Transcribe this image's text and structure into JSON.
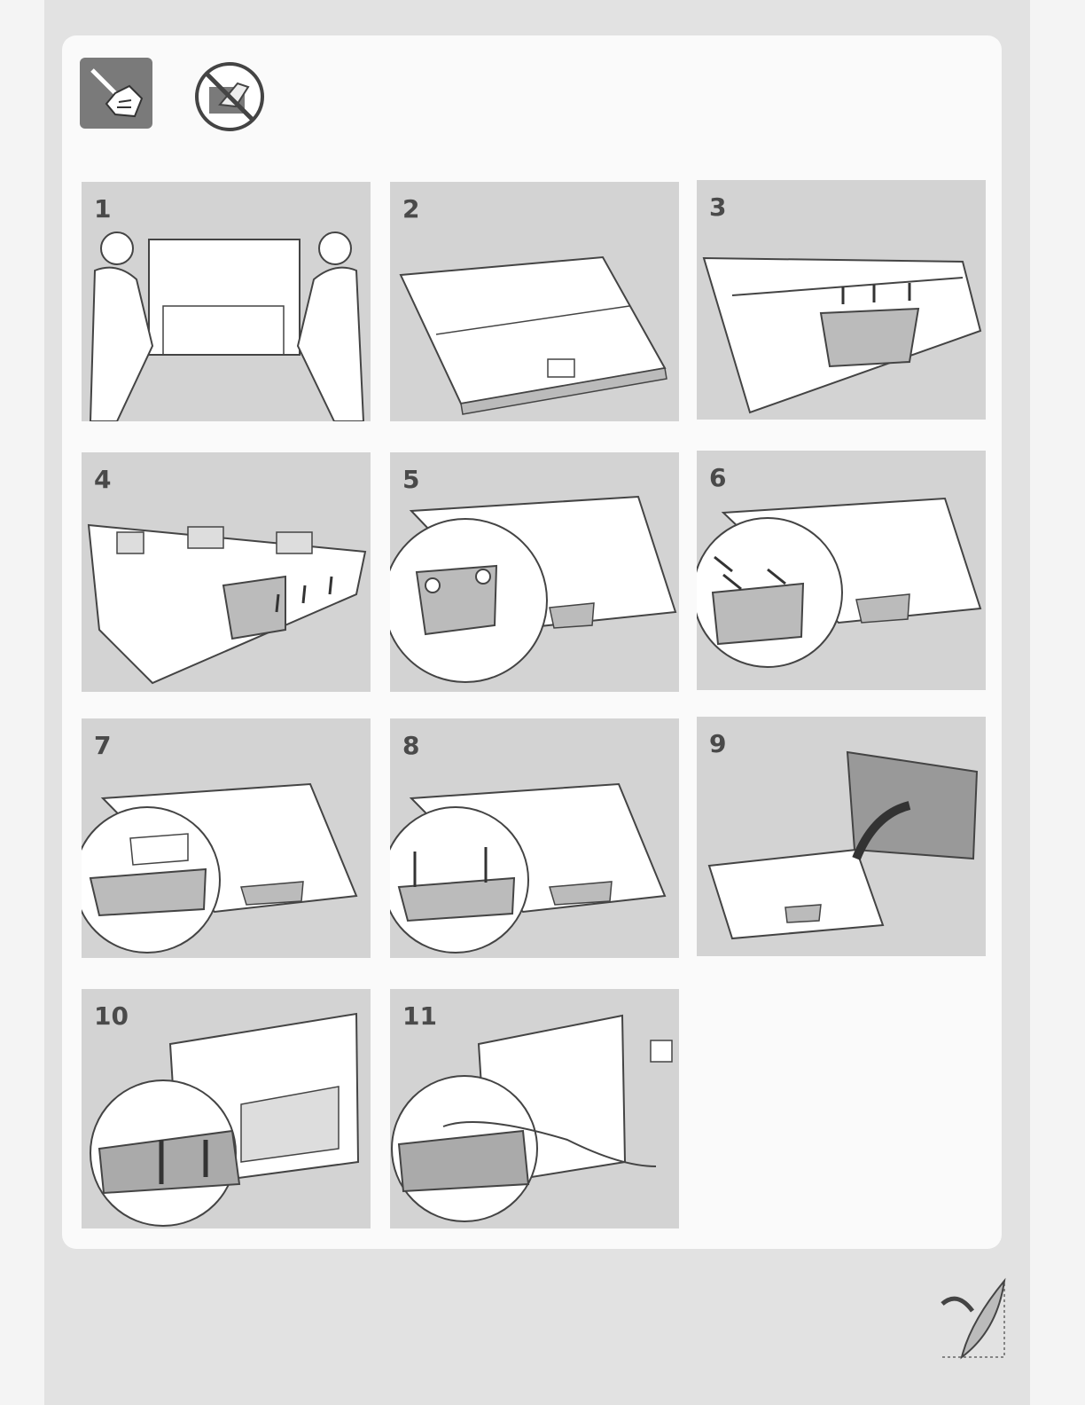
{
  "icons": {
    "tool": "screwdriver-icon",
    "warning": "no-hand-on-screen-icon",
    "page_turn": "page-turn-icon"
  },
  "steps": [
    {
      "number": "1"
    },
    {
      "number": "2"
    },
    {
      "number": "3"
    },
    {
      "number": "4"
    },
    {
      "number": "5"
    },
    {
      "number": "6"
    },
    {
      "number": "7"
    },
    {
      "number": "8"
    },
    {
      "number": "9"
    },
    {
      "number": "10"
    },
    {
      "number": "11"
    }
  ],
  "colors": {
    "panel": "#d3d3d3",
    "line": "#4a4a4a",
    "icon_fill": "#7a7a7a"
  }
}
